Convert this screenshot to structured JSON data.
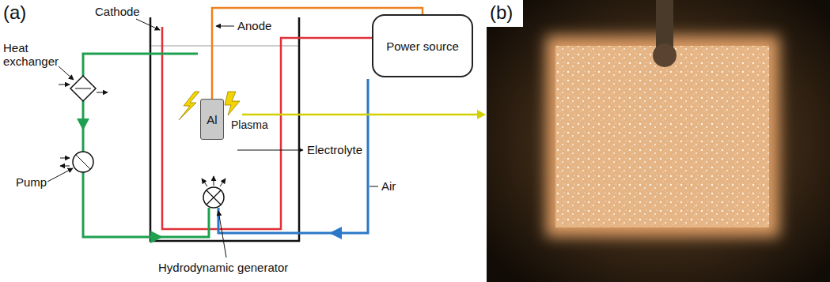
{
  "diagram": {
    "nodes": [
      {
        "text": [
          "Power source"
        ]
      },
      {
        "text": [
          "Al"
        ]
      }
    ],
    "edges": [
      {
        "from": 1,
        "to": 0,
        "arrow": "none"
      }
    ],
    "labels": [
      "(a)",
      "Cathode",
      "Anode",
      "Heat exchanger",
      "Pump",
      "Plasma",
      "Electrolyte",
      "Air",
      "Hydrodynamic generator",
      "(b)"
    ]
  }
}
